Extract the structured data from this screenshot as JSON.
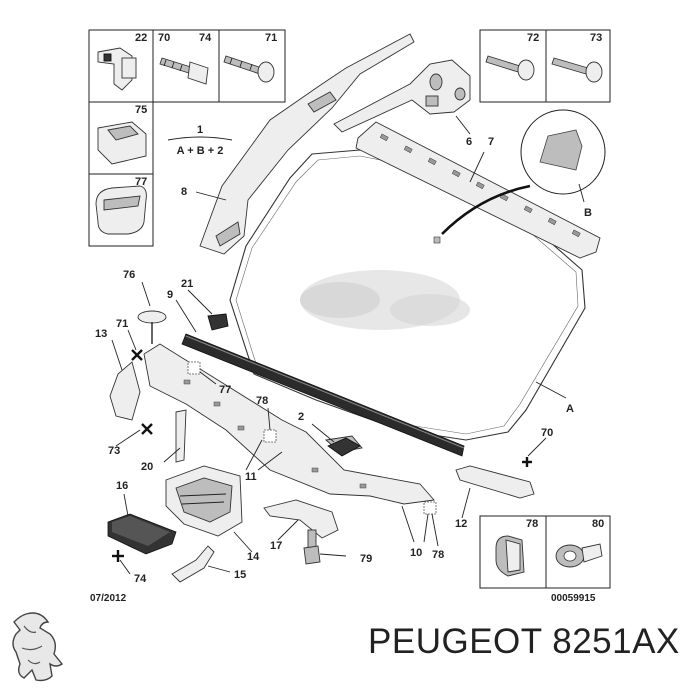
{
  "brand": {
    "title": "PEUGEOT 8251AX"
  },
  "footer": {
    "date": "07/2012",
    "code": "00059915"
  },
  "formula": {
    "top": "1",
    "bottom": "A + B + 2"
  },
  "callouts": {
    "n22": "22",
    "n70a": "70",
    "n74a": "74",
    "n71a": "71",
    "n75": "75",
    "n77a": "77",
    "n72": "72",
    "n73a": "73",
    "n6": "6",
    "n7": "7",
    "n8": "8",
    "nB": "B",
    "nA": "A",
    "n76": "76",
    "n21": "21",
    "n9": "9",
    "n13": "13",
    "n71b": "71",
    "n77b": "77",
    "n78a": "78",
    "n73b": "73",
    "n2": "2",
    "n20": "20",
    "n11": "11",
    "n70b": "70",
    "n16": "16",
    "n12": "12",
    "n14": "14",
    "n17": "17",
    "n79": "79",
    "n10": "10",
    "n78b": "78",
    "n15": "15",
    "n74b": "74",
    "n78c": "78",
    "n80": "80"
  }
}
